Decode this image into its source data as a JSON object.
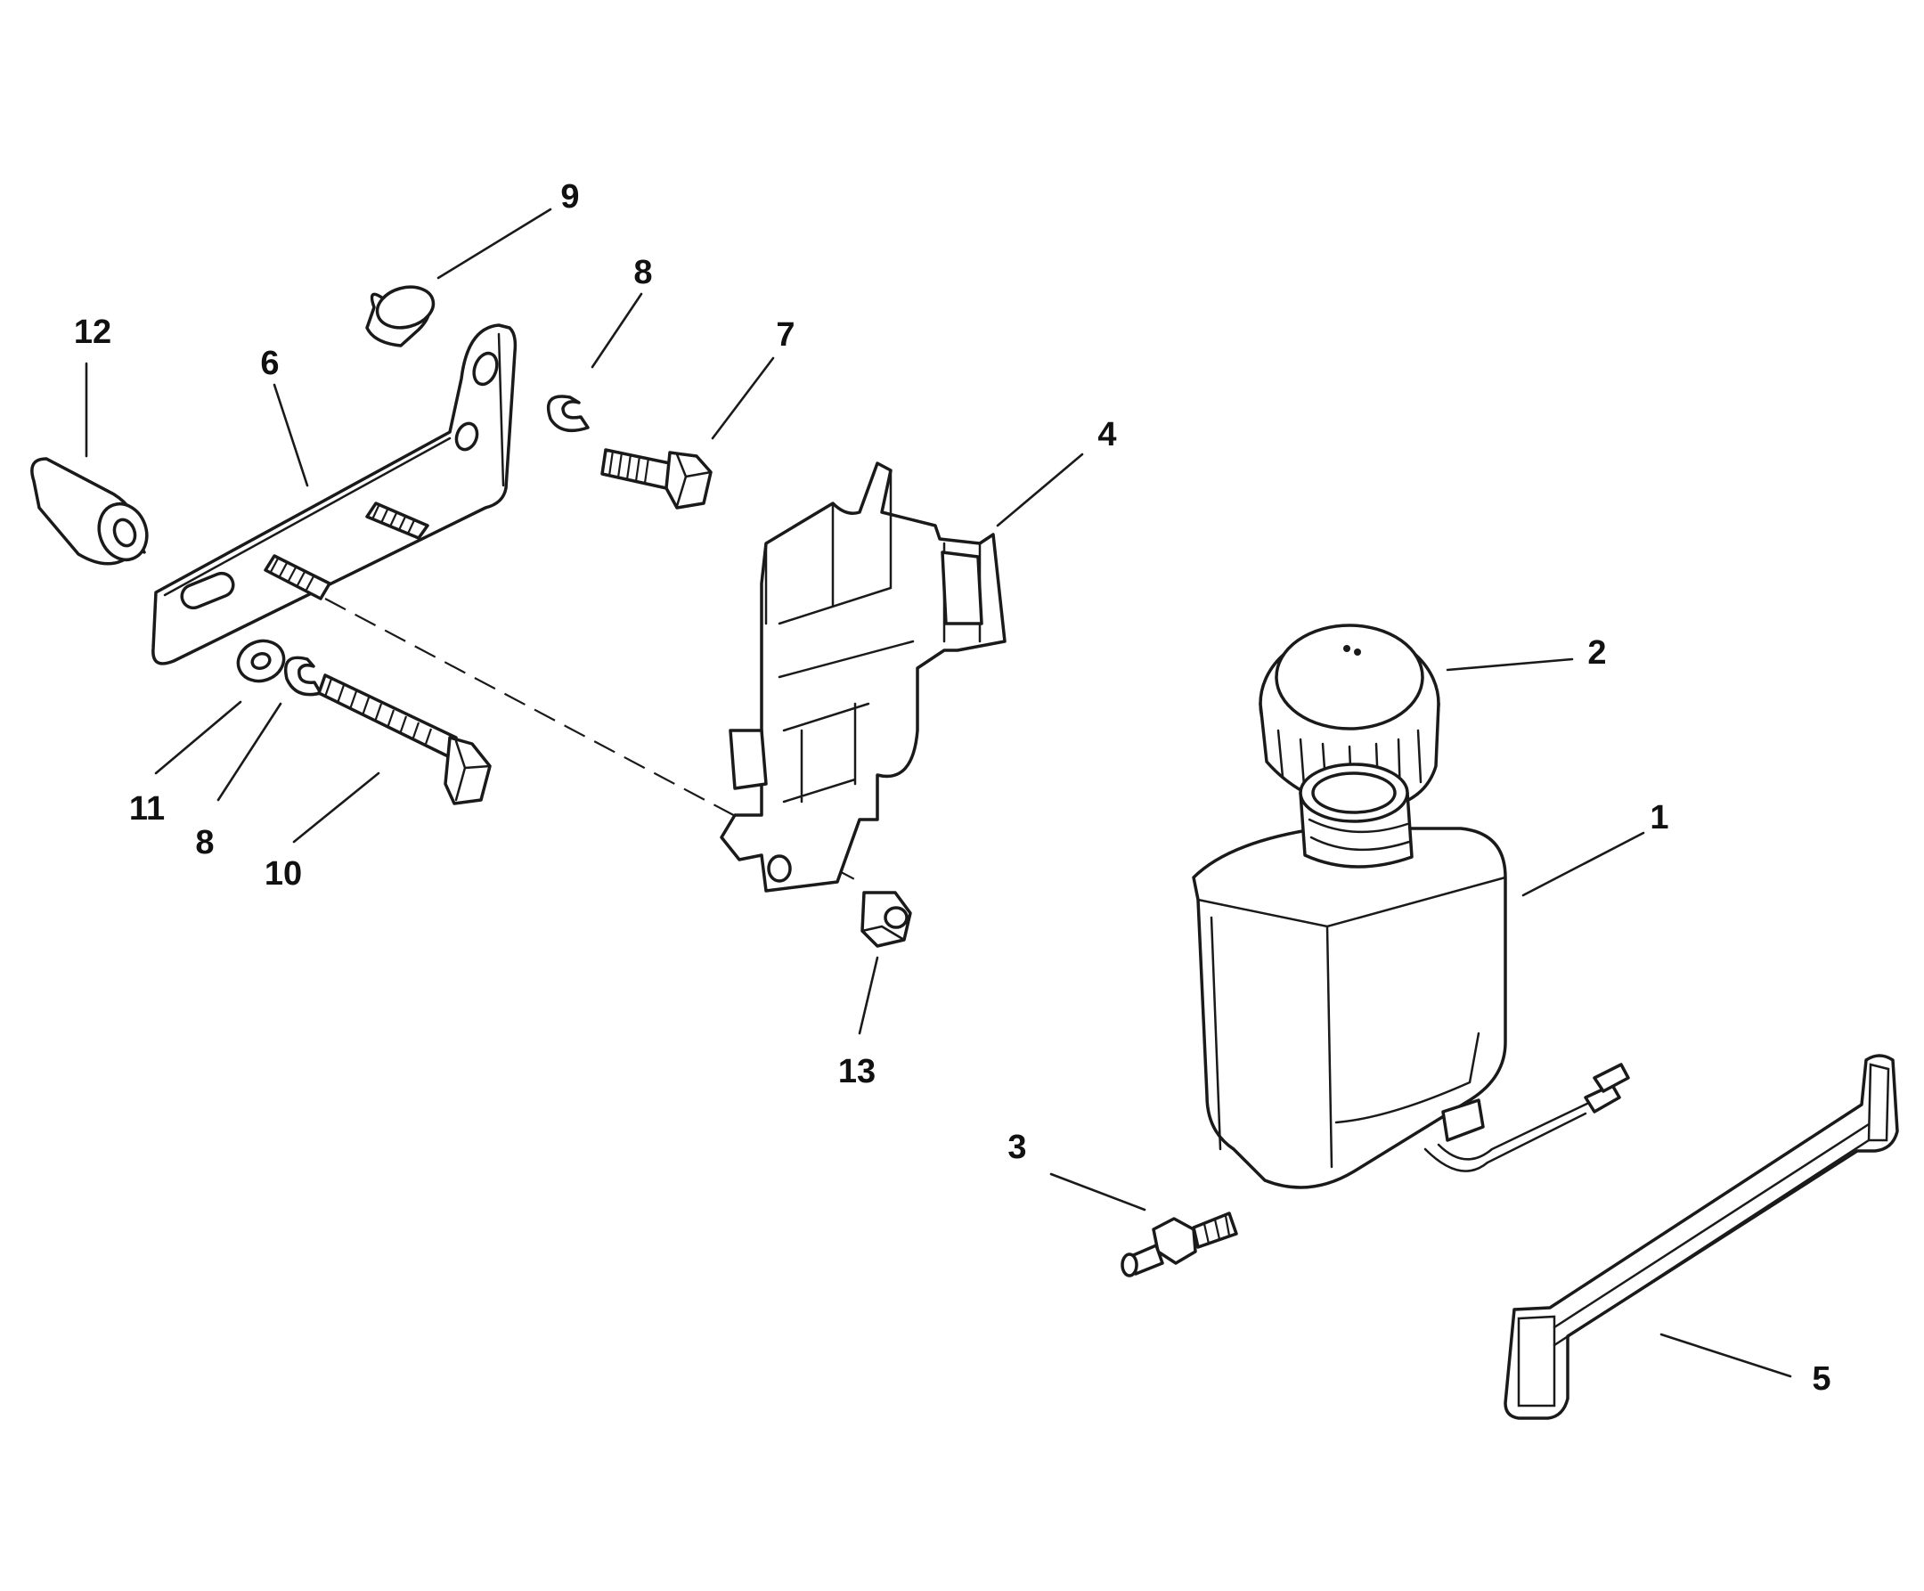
{
  "diagram": {
    "type": "exploded-parts-view",
    "callouts": [
      {
        "id": "c1",
        "label": "1"
      },
      {
        "id": "c2",
        "label": "2"
      },
      {
        "id": "c3",
        "label": "3"
      },
      {
        "id": "c4",
        "label": "4"
      },
      {
        "id": "c5",
        "label": "5"
      },
      {
        "id": "c6",
        "label": "6"
      },
      {
        "id": "c7",
        "label": "7"
      },
      {
        "id": "c8a",
        "label": "8"
      },
      {
        "id": "c8b",
        "label": "8"
      },
      {
        "id": "c9",
        "label": "9"
      },
      {
        "id": "c10",
        "label": "10"
      },
      {
        "id": "c11",
        "label": "11"
      },
      {
        "id": "c12",
        "label": "12"
      },
      {
        "id": "c13",
        "label": "13"
      }
    ]
  }
}
